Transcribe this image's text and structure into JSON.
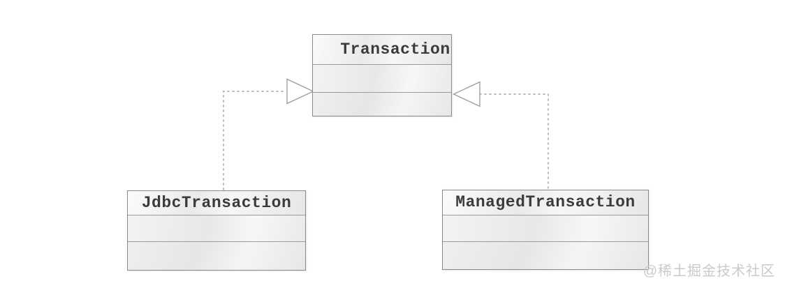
{
  "diagram": {
    "type": "uml-class-diagram",
    "classes": [
      {
        "name": "Transaction",
        "empty_compartments": 2
      },
      {
        "name": "JdbcTransaction",
        "empty_compartments": 2
      },
      {
        "name": "ManagedTransaction",
        "empty_compartments": 2
      }
    ],
    "relations": [
      {
        "from": "JdbcTransaction",
        "to": "Transaction",
        "line": "dashed",
        "arrowhead": "hollow-triangle",
        "meaning": "realization"
      },
      {
        "from": "ManagedTransaction",
        "to": "Transaction",
        "line": "dashed",
        "arrowhead": "hollow-triangle",
        "meaning": "realization"
      }
    ]
  },
  "colors": {
    "background": "#ffffff",
    "box_border": "#8a8a8a",
    "box_fill_light": "#f7f7f7",
    "box_fill_dark": "#e6e6e6",
    "divider": "#9a9a9a",
    "class_text": "#3b3b3b",
    "connector": "#9b9b9b",
    "arrow_fill": "#ffffff",
    "watermark": "#cacaca"
  },
  "watermark": {
    "text": "@稀土掘金技术社区"
  }
}
